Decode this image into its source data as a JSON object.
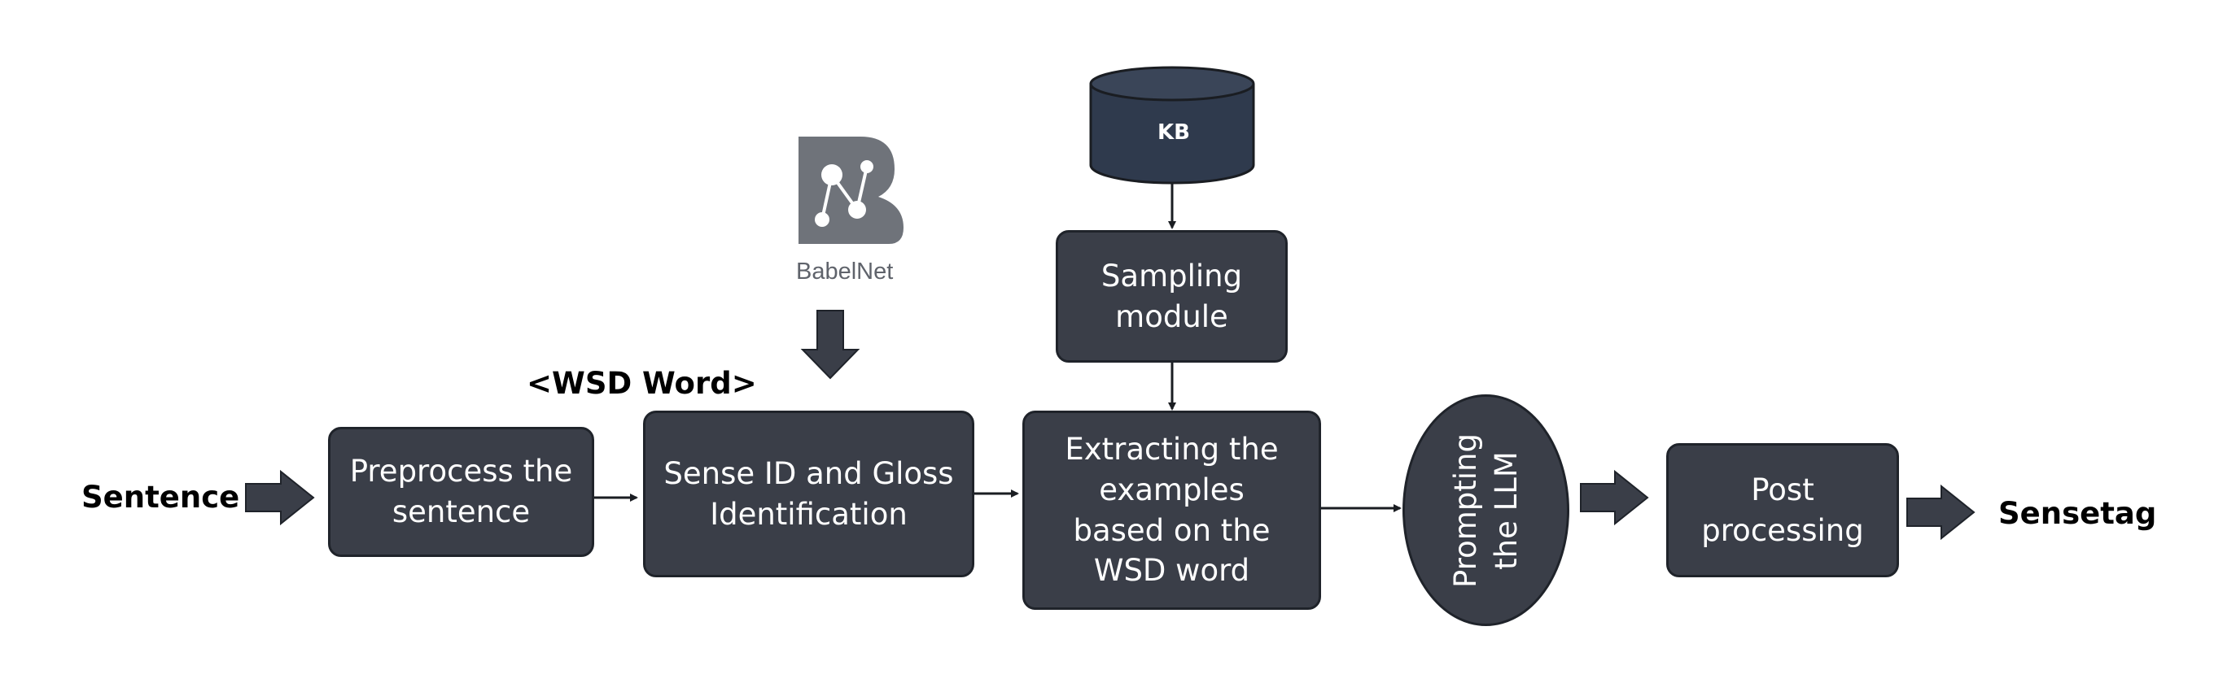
{
  "labels": {
    "input": "Sentence",
    "output": "Sensetag",
    "wsd_word": "<WSD Word>"
  },
  "nodes": {
    "preprocess": "Preprocess the\nsentence",
    "sense_id": "Sense ID and Gloss\nIdentification",
    "extract": "Extracting the\nexamples\nbased on the\nWSD word",
    "sampling": "Sampling\nmodule",
    "prompting": "Prompting\nthe LLM",
    "post": "Post\nprocessing",
    "kb": "KB"
  },
  "babelnet": {
    "wordmark": "BabelNet",
    "icon": "babelnet-logo-icon"
  },
  "colors": {
    "box_fill": "#3a3e48",
    "box_border": "#1f232a",
    "arrow_fill": "#3a3e48",
    "kb_fill": "#2f3a4d",
    "logo_gray": "#6f737a"
  }
}
